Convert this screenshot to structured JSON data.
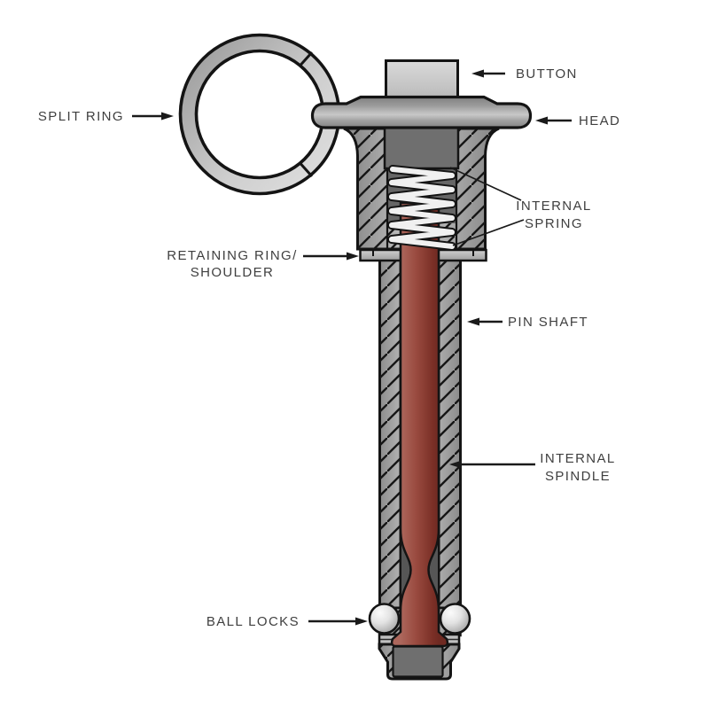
{
  "diagram": {
    "name": "ball-lock-pin-cutaway-diagram",
    "labels": {
      "split_ring": "SPLIT RING",
      "button": "BUTTON",
      "head": "HEAD",
      "internal_spring": {
        "line1": "INTERNAL",
        "line2": "SPRING"
      },
      "retaining_ring": {
        "line1": "RETAINING RING/",
        "line2": "SHOULDER"
      },
      "pin_shaft": "PIN SHAFT",
      "internal_spindle": {
        "line1": "INTERNAL",
        "line2": "SPINDLE"
      },
      "ball_locks": "BALL LOCKS"
    },
    "colors": {
      "label_text": "#3f3f3f",
      "outline": "#141414",
      "spindle_red": "#93443a",
      "spring_white": "#f0f0f0",
      "chamber_gray": "#666666",
      "cavity_gray": "#565656",
      "metal_dark": "#6f6f6f",
      "band_gray": "#bfbfbf",
      "ball_silver": "#e0e0e0"
    }
  }
}
